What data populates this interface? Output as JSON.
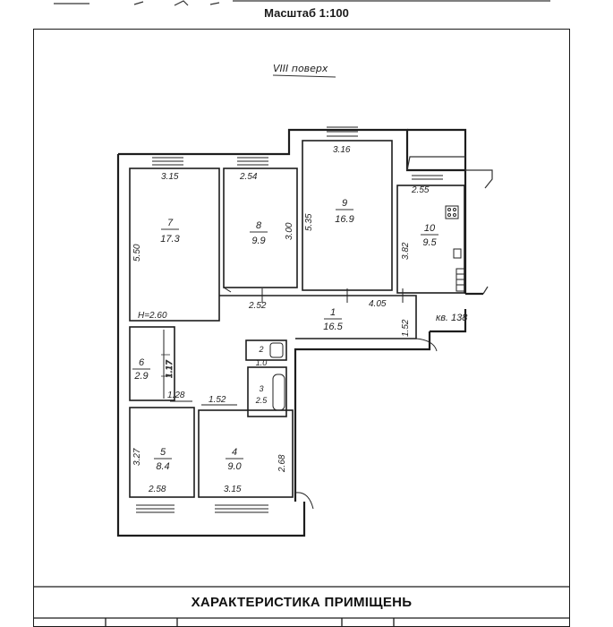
{
  "header": {
    "scale": "Масштаб 1:100"
  },
  "plan": {
    "floor_label": "VIII поверх",
    "rooms": [
      {
        "id": "room-7",
        "number": "7",
        "area": "17.3"
      },
      {
        "id": "room-8",
        "number": "8",
        "area": "9.9"
      },
      {
        "id": "room-9",
        "number": "9",
        "area": "16.9"
      },
      {
        "id": "room-10",
        "number": "10",
        "area": "9.5"
      },
      {
        "id": "room-1",
        "number": "1",
        "area": "16.5"
      },
      {
        "id": "room-6",
        "number": "6",
        "area": "2.9"
      },
      {
        "id": "room-2",
        "number": "2",
        "area": "1.0"
      },
      {
        "id": "room-3",
        "number": "3",
        "area": "2.5"
      },
      {
        "id": "room-5",
        "number": "5",
        "area": "8.4"
      },
      {
        "id": "room-4",
        "number": "4",
        "area": "9.0"
      }
    ],
    "dimensions": [
      "3.15",
      "2.54",
      "3.16",
      "2.55",
      "5.50",
      "3.00",
      "5.35",
      "3.82",
      "2.52",
      "4.05",
      "1.52",
      "1.28",
      "1.52",
      "3.27",
      "2.68",
      "2.58",
      "3.15"
    ],
    "height_note": "H=2.60",
    "apartment_label": "кв. 138"
  },
  "footer": {
    "table_title": "ХАРАКТЕРИСТИКА ПРИМІЩЕНЬ"
  }
}
